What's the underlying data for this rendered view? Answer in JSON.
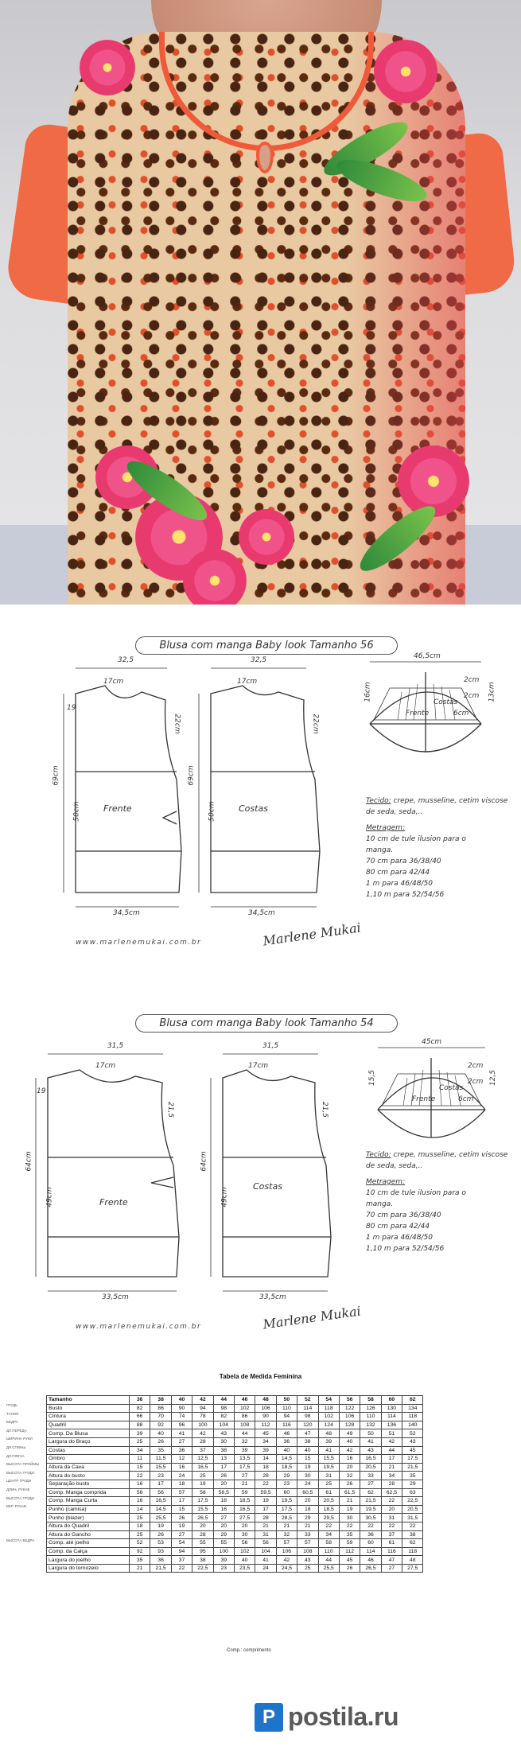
{
  "pattern_sheets": [
    {
      "title": "Blusa com manga Baby look Tamanho 56",
      "front_label": "Frente",
      "back_label": "Costas",
      "sleeve_label": "Frente",
      "sleeve_label_back": "Costas",
      "measures": {
        "top_width": "32,5",
        "back_top_width": "32,5",
        "neck_width": "17cm",
        "back_neck_width": "17cm",
        "total_length": "69cm",
        "back_total_length": "69cm",
        "waist_length": "50cm",
        "back_waist_length": "50cm",
        "armhole": "22cm",
        "back_armhole": "22cm",
        "small_mark": "19",
        "hem_width": "34,5cm",
        "back_hem_width": "34,5cm",
        "sleeve_width": "46,5cm",
        "sleeve_cap_left": "16cm",
        "sleeve_cap_right": "13cm",
        "sleeve_inner_a": "2cm",
        "sleeve_inner_b": "2cm",
        "sleeve_inner_c": "6cm"
      },
      "fabric_heading": "Tecido:",
      "fabric_text": "crepe, musseline, cetim viscose de seda, seda,..",
      "yardage_heading": "Metragem:",
      "yardage_lines": [
        "10 cm  de tule ilusion para o",
        "manga.",
        "70 cm  para   36/38/40",
        "80 cm  para   42/44",
        "1 m    para   46/48/50",
        "1,10 m  para   52/54/56"
      ],
      "url": "www.marlenemukai.com.br",
      "signature": "Marlene Mukai"
    },
    {
      "title": "Blusa com manga Baby look Tamanho 54",
      "front_label": "Frente",
      "back_label": "Costas",
      "sleeve_label": "Frente",
      "sleeve_label_back": "Costas",
      "measures": {
        "top_width": "31,5",
        "back_top_width": "31,5",
        "neck_width": "17cm",
        "back_neck_width": "17cm",
        "total_length": "64cm",
        "back_total_length": "64cm",
        "waist_length": "49cm",
        "back_waist_length": "49cm",
        "armhole": "21,5",
        "back_armhole": "21,5",
        "small_mark": "19",
        "hem_width": "33,5cm",
        "back_hem_width": "33,5cm",
        "sleeve_width": "45cm",
        "sleeve_cap_left": "15,5",
        "sleeve_cap_right": "12,5",
        "sleeve_inner_a": "2cm",
        "sleeve_inner_b": "2cm",
        "sleeve_inner_c": "6cm"
      },
      "fabric_heading": "Tecido:",
      "fabric_text": "crepe, musseline, cetim viscose de seda, seda,..",
      "yardage_heading": "Metragem:",
      "yardage_lines": [
        "10 cm  de tule ilusion para o",
        "manga.",
        "70 cm  para   36/38/40",
        "80 cm  para   42/44",
        "1 m    para   46/48/50",
        "1,10 m  para   52/54/56"
      ],
      "url": "www.marlenemukai.com.br",
      "signature": "Marlene Mukai"
    }
  ],
  "measurement_table": {
    "title": "Tabela de Medida Feminina",
    "header_label": "Tamanho",
    "sizes": [
      "36",
      "38",
      "40",
      "42",
      "44",
      "46",
      "48",
      "50",
      "52",
      "54",
      "56",
      "58",
      "60",
      "62"
    ],
    "russian_labels": [
      "ГРУДЬ",
      "ТАЛИЯ",
      "БЕДРА",
      "ДЛ.ПЕРЕДА",
      "ШИРИНА РУКИ",
      "ДЛ.СПИНЫ",
      "ДЛ.ПЛЕЧА",
      "ВЫСОТА ПРОЙМЫ",
      "ВЫСОТА ГРУДИ",
      "ЦЕНТР ГРУДИ",
      "ДЛИН. РУКАВ",
      "ВЫСОТА ГРУДИ",
      "ВЕР. РУКАВ",
      "",
      "",
      "",
      "ВЫСОТА БЕДРА",
      "",
      "",
      "",
      "",
      ""
    ],
    "rows": [
      {
        "label": "Busto",
        "values": [
          "82",
          "86",
          "90",
          "94",
          "98",
          "102",
          "106",
          "110",
          "114",
          "118",
          "122",
          "126",
          "130",
          "134"
        ]
      },
      {
        "label": "Cintura",
        "values": [
          "66",
          "70",
          "74",
          "78",
          "82",
          "86",
          "90",
          "94",
          "98",
          "102",
          "106",
          "110",
          "114",
          "118"
        ]
      },
      {
        "label": "Quadril",
        "values": [
          "88",
          "92",
          "96",
          "100",
          "104",
          "108",
          "112",
          "116",
          "120",
          "124",
          "128",
          "132",
          "136",
          "140"
        ]
      },
      {
        "label": "Comp. Da Blusa",
        "values": [
          "39",
          "40",
          "41",
          "42",
          "43",
          "44",
          "45",
          "46",
          "47",
          "48",
          "49",
          "50",
          "51",
          "52"
        ]
      },
      {
        "label": "Largura do Braço",
        "values": [
          "25",
          "26",
          "27",
          "28",
          "30",
          "32",
          "34",
          "36",
          "38",
          "39",
          "40",
          "41",
          "42",
          "43"
        ]
      },
      {
        "label": "Costas",
        "values": [
          "34",
          "35",
          "36",
          "37",
          "38",
          "39",
          "39",
          "40",
          "40",
          "41",
          "42",
          "43",
          "44",
          "45"
        ]
      },
      {
        "label": "Ombro",
        "values": [
          "11",
          "11,5",
          "12",
          "12,5",
          "13",
          "13,5",
          "14",
          "14,5",
          "15",
          "15,5",
          "16",
          "16,5",
          "17",
          "17,5"
        ]
      },
      {
        "label": "Altura da Cava",
        "values": [
          "15",
          "15,5",
          "16",
          "16,5",
          "17",
          "17,5",
          "18",
          "18,5",
          "19",
          "19,5",
          "20",
          "20,5",
          "21",
          "21,5"
        ]
      },
      {
        "label": "Altura do busto",
        "values": [
          "22",
          "23",
          "24",
          "25",
          "26",
          "27",
          "28",
          "29",
          "30",
          "31",
          "32",
          "33",
          "34",
          "35"
        ]
      },
      {
        "label": "Separação busto",
        "values": [
          "16",
          "17",
          "18",
          "19",
          "20",
          "21",
          "22",
          "23",
          "24",
          "25",
          "26",
          "27",
          "28",
          "29"
        ]
      },
      {
        "label": "Comp. Manga comprida",
        "values": [
          "56",
          "56",
          "57",
          "58",
          "58,5",
          "59",
          "59,5",
          "60",
          "60,5",
          "61",
          "61,5",
          "62",
          "62,5",
          "63"
        ]
      },
      {
        "label": "Comp. Manga Curta",
        "values": [
          "16",
          "16,5",
          "17",
          "17,5",
          "18",
          "18,5",
          "19",
          "19,5",
          "20",
          "20,5",
          "21",
          "21,5",
          "22",
          "22,5"
        ]
      },
      {
        "label": "Punho (camisa)",
        "values": [
          "14",
          "14,5",
          "15",
          "15,5",
          "16",
          "16,5",
          "17",
          "17,5",
          "18",
          "18,5",
          "19",
          "19,5",
          "20",
          "20,5"
        ]
      },
      {
        "label": "Punho (blazer)",
        "values": [
          "25",
          "25,5",
          "26",
          "26,5",
          "27",
          "27,5",
          "28",
          "28,5",
          "29",
          "29,5",
          "30",
          "30,5",
          "31",
          "31,5"
        ]
      },
      {
        "label": "Altura do Quadril",
        "values": [
          "18",
          "19",
          "19",
          "20",
          "20",
          "20",
          "21",
          "21",
          "21",
          "22",
          "22",
          "22",
          "22",
          "22"
        ]
      },
      {
        "label": "Altura do Gancho",
        "values": [
          "25",
          "26",
          "27",
          "28",
          "29",
          "30",
          "31",
          "32",
          "33",
          "34",
          "35",
          "36",
          "37",
          "38"
        ]
      },
      {
        "label": "Comp. até joelho",
        "values": [
          "52",
          "53",
          "54",
          "55",
          "55",
          "56",
          "56",
          "57",
          "57",
          "58",
          "59",
          "60",
          "61",
          "62"
        ]
      },
      {
        "label": "Comp. da Calça",
        "values": [
          "92",
          "93",
          "94",
          "95",
          "100",
          "102",
          "104",
          "106",
          "108",
          "110",
          "112",
          "114",
          "116",
          "118"
        ]
      },
      {
        "label": "Largura do joelho",
        "values": [
          "35",
          "36",
          "37",
          "38",
          "39",
          "40",
          "41",
          "42",
          "43",
          "44",
          "45",
          "46",
          "47",
          "48"
        ]
      },
      {
        "label": "Largura do tornozelo",
        "values": [
          "21",
          "21,5",
          "22",
          "22,5",
          "23",
          "23,5",
          "24",
          "24,5",
          "25",
          "25,5",
          "26",
          "26,5",
          "27",
          "27,5"
        ]
      }
    ],
    "footnote": "Comp.: comprimento"
  },
  "watermark": {
    "box_letter": "P",
    "text": "postila.ru"
  }
}
